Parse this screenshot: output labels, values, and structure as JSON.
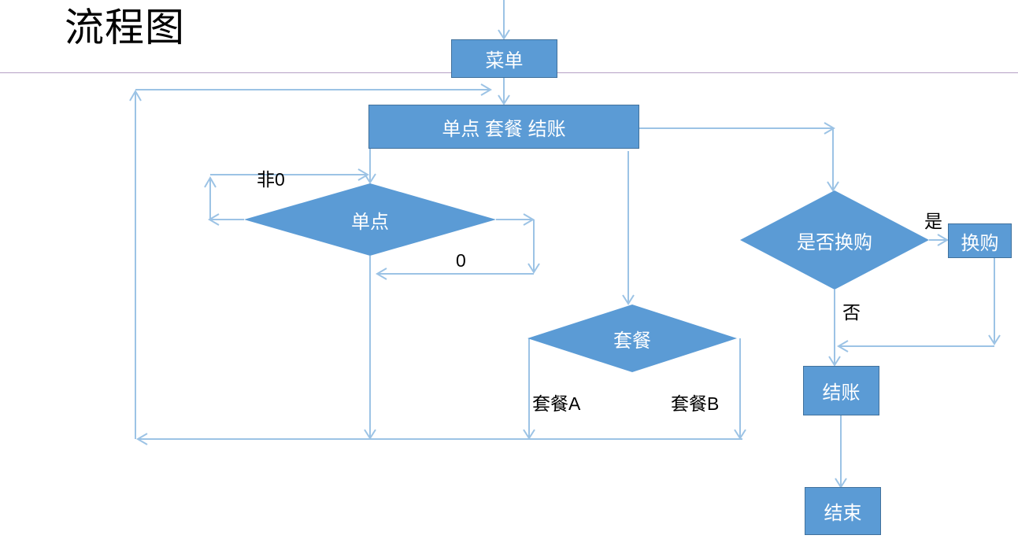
{
  "title": "流程图",
  "colors": {
    "node_fill": "#5b9bd5",
    "node_border": "#41719c",
    "node_text": "#ffffff",
    "connector": "#9cc3e5",
    "title_rule": "#b5a0c4",
    "title_text": "#000000"
  },
  "nodes": {
    "menu": {
      "label": "菜单",
      "shape": "rectangle"
    },
    "order_options": {
      "label": "单点  套餐 结账",
      "shape": "rectangle"
    },
    "single_order": {
      "label": "单点",
      "shape": "diamond"
    },
    "combo": {
      "label": "套餐",
      "shape": "diamond"
    },
    "exchange_decision": {
      "label": "是否换购",
      "shape": "diamond"
    },
    "exchange": {
      "label": "换购",
      "shape": "rectangle"
    },
    "checkout": {
      "label": "结账",
      "shape": "rectangle"
    },
    "end": {
      "label": "结束",
      "shape": "rectangle"
    }
  },
  "edge_labels": {
    "non_zero": "非0",
    "zero": "0",
    "combo_a": "套餐A",
    "combo_b": "套餐B",
    "yes": "是",
    "no": "否"
  }
}
